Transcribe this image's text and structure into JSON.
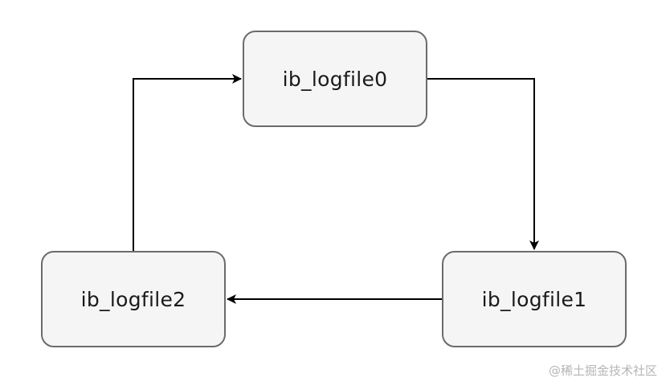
{
  "diagram": {
    "nodes": [
      {
        "id": "n0",
        "label": "ib_logfile0"
      },
      {
        "id": "n1",
        "label": "ib_logfile1"
      },
      {
        "id": "n2",
        "label": "ib_logfile2"
      }
    ],
    "edges": [
      {
        "from": "n0",
        "to": "n1"
      },
      {
        "from": "n1",
        "to": "n2"
      },
      {
        "from": "n2",
        "to": "n0"
      }
    ],
    "colors": {
      "node_fill": "#f5f5f5",
      "node_border": "#6b6b6b",
      "edge": "#000000",
      "text": "#1a1a1a"
    }
  },
  "watermark": "@稀土掘金技术社区"
}
